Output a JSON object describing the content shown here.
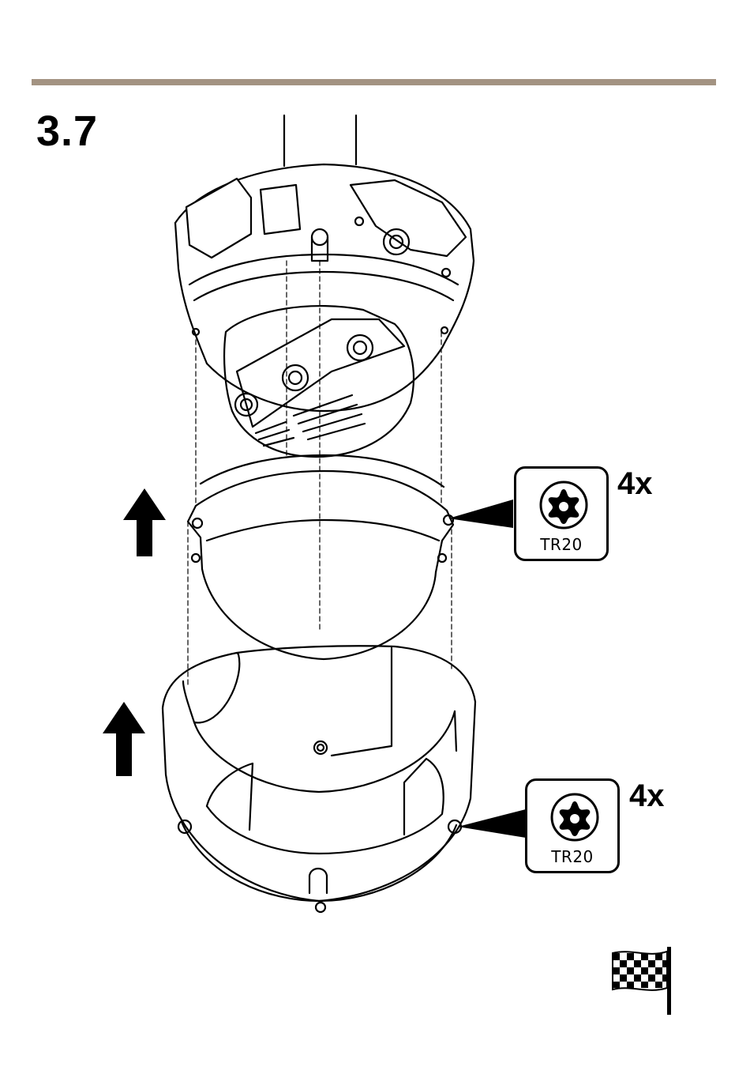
{
  "step": {
    "number": "3.7"
  },
  "callouts": [
    {
      "tool": "TR20",
      "quantity": "4x",
      "icon": "torx-screw-icon"
    },
    {
      "tool": "TR20",
      "quantity": "4x",
      "icon": "torx-screw-icon"
    }
  ],
  "icons": {
    "direction": "up-arrow-icon",
    "finish": "checkered-flag-icon"
  },
  "colors": {
    "rule": "#a39382",
    "line": "#000000"
  }
}
